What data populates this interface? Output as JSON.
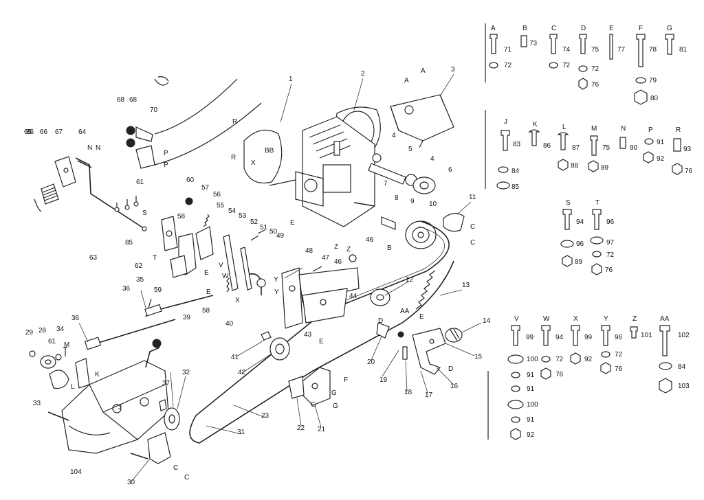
{
  "callouts": [
    "1",
    "2",
    "3",
    "4",
    "4",
    "5",
    "6",
    "7",
    "8",
    "9",
    "10",
    "11",
    "12",
    "13",
    "14",
    "15",
    "16",
    "17",
    "18",
    "19",
    "20",
    "21",
    "22",
    "23",
    "28",
    "29",
    "30",
    "31",
    "32",
    "33",
    "34",
    "35",
    "36",
    "36",
    "37",
    "39",
    "40",
    "41",
    "42",
    "43",
    "44",
    "46",
    "46",
    "47",
    "48",
    "49",
    "50",
    "51",
    "52",
    "53",
    "54",
    "55",
    "56",
    "57",
    "58",
    "58",
    "59",
    "60",
    "61",
    "61",
    "62",
    "63",
    "64",
    "65",
    "66",
    "67",
    "68",
    "68",
    "70",
    "85",
    "86",
    "104"
  ],
  "letters": [
    "R",
    "R",
    "A",
    "A",
    "B",
    "C",
    "C",
    "Z",
    "AA",
    "D",
    "E",
    "F",
    "G",
    "G",
    "K",
    "N",
    "N",
    "P",
    "P",
    "S",
    "T",
    "M",
    "E",
    "E",
    "X",
    "Y",
    "Y",
    "V",
    "W",
    "D",
    "L",
    "C",
    "C",
    "J",
    "E",
    "E",
    "G",
    "Z"
  ],
  "parts_table": [
    {
      "letter": "A",
      "items": [
        "71",
        "72"
      ]
    },
    {
      "letter": "B",
      "items": [
        "73"
      ]
    },
    {
      "letter": "C",
      "items": [
        "74",
        "72"
      ]
    },
    {
      "letter": "D",
      "items": [
        "75",
        "72",
        "76"
      ]
    },
    {
      "letter": "E",
      "items": [
        "77"
      ]
    },
    {
      "letter": "F",
      "items": [
        "78",
        "79",
        "80"
      ]
    },
    {
      "letter": "G",
      "items": [
        "81"
      ]
    },
    {
      "letter": "J",
      "items": [
        "83",
        "84",
        "85"
      ]
    },
    {
      "letter": "K",
      "items": [
        "86"
      ]
    },
    {
      "letter": "L",
      "items": [
        "87",
        "88"
      ]
    },
    {
      "letter": "M",
      "items": [
        "75",
        "89"
      ]
    },
    {
      "letter": "N",
      "items": [
        "90"
      ]
    },
    {
      "letter": "P",
      "items": [
        "91",
        "92"
      ]
    },
    {
      "letter": "R",
      "items": [
        "93",
        "76"
      ]
    },
    {
      "letter": "S",
      "items": [
        "94",
        "96",
        "89"
      ]
    },
    {
      "letter": "T",
      "items": [
        "96",
        "97",
        "72",
        "76"
      ]
    },
    {
      "letter": "V",
      "items": [
        "99",
        "100",
        "91",
        "91",
        "100",
        "91",
        "92"
      ]
    },
    {
      "letter": "W",
      "items": [
        "94",
        "72",
        "76"
      ]
    },
    {
      "letter": "X",
      "items": [
        "99",
        "92"
      ]
    },
    {
      "letter": "Y",
      "items": [
        "96",
        "72",
        "76"
      ]
    },
    {
      "letter": "Z",
      "items": [
        "101"
      ]
    },
    {
      "letter": "AA",
      "items": [
        "102",
        "84",
        "103"
      ]
    }
  ]
}
